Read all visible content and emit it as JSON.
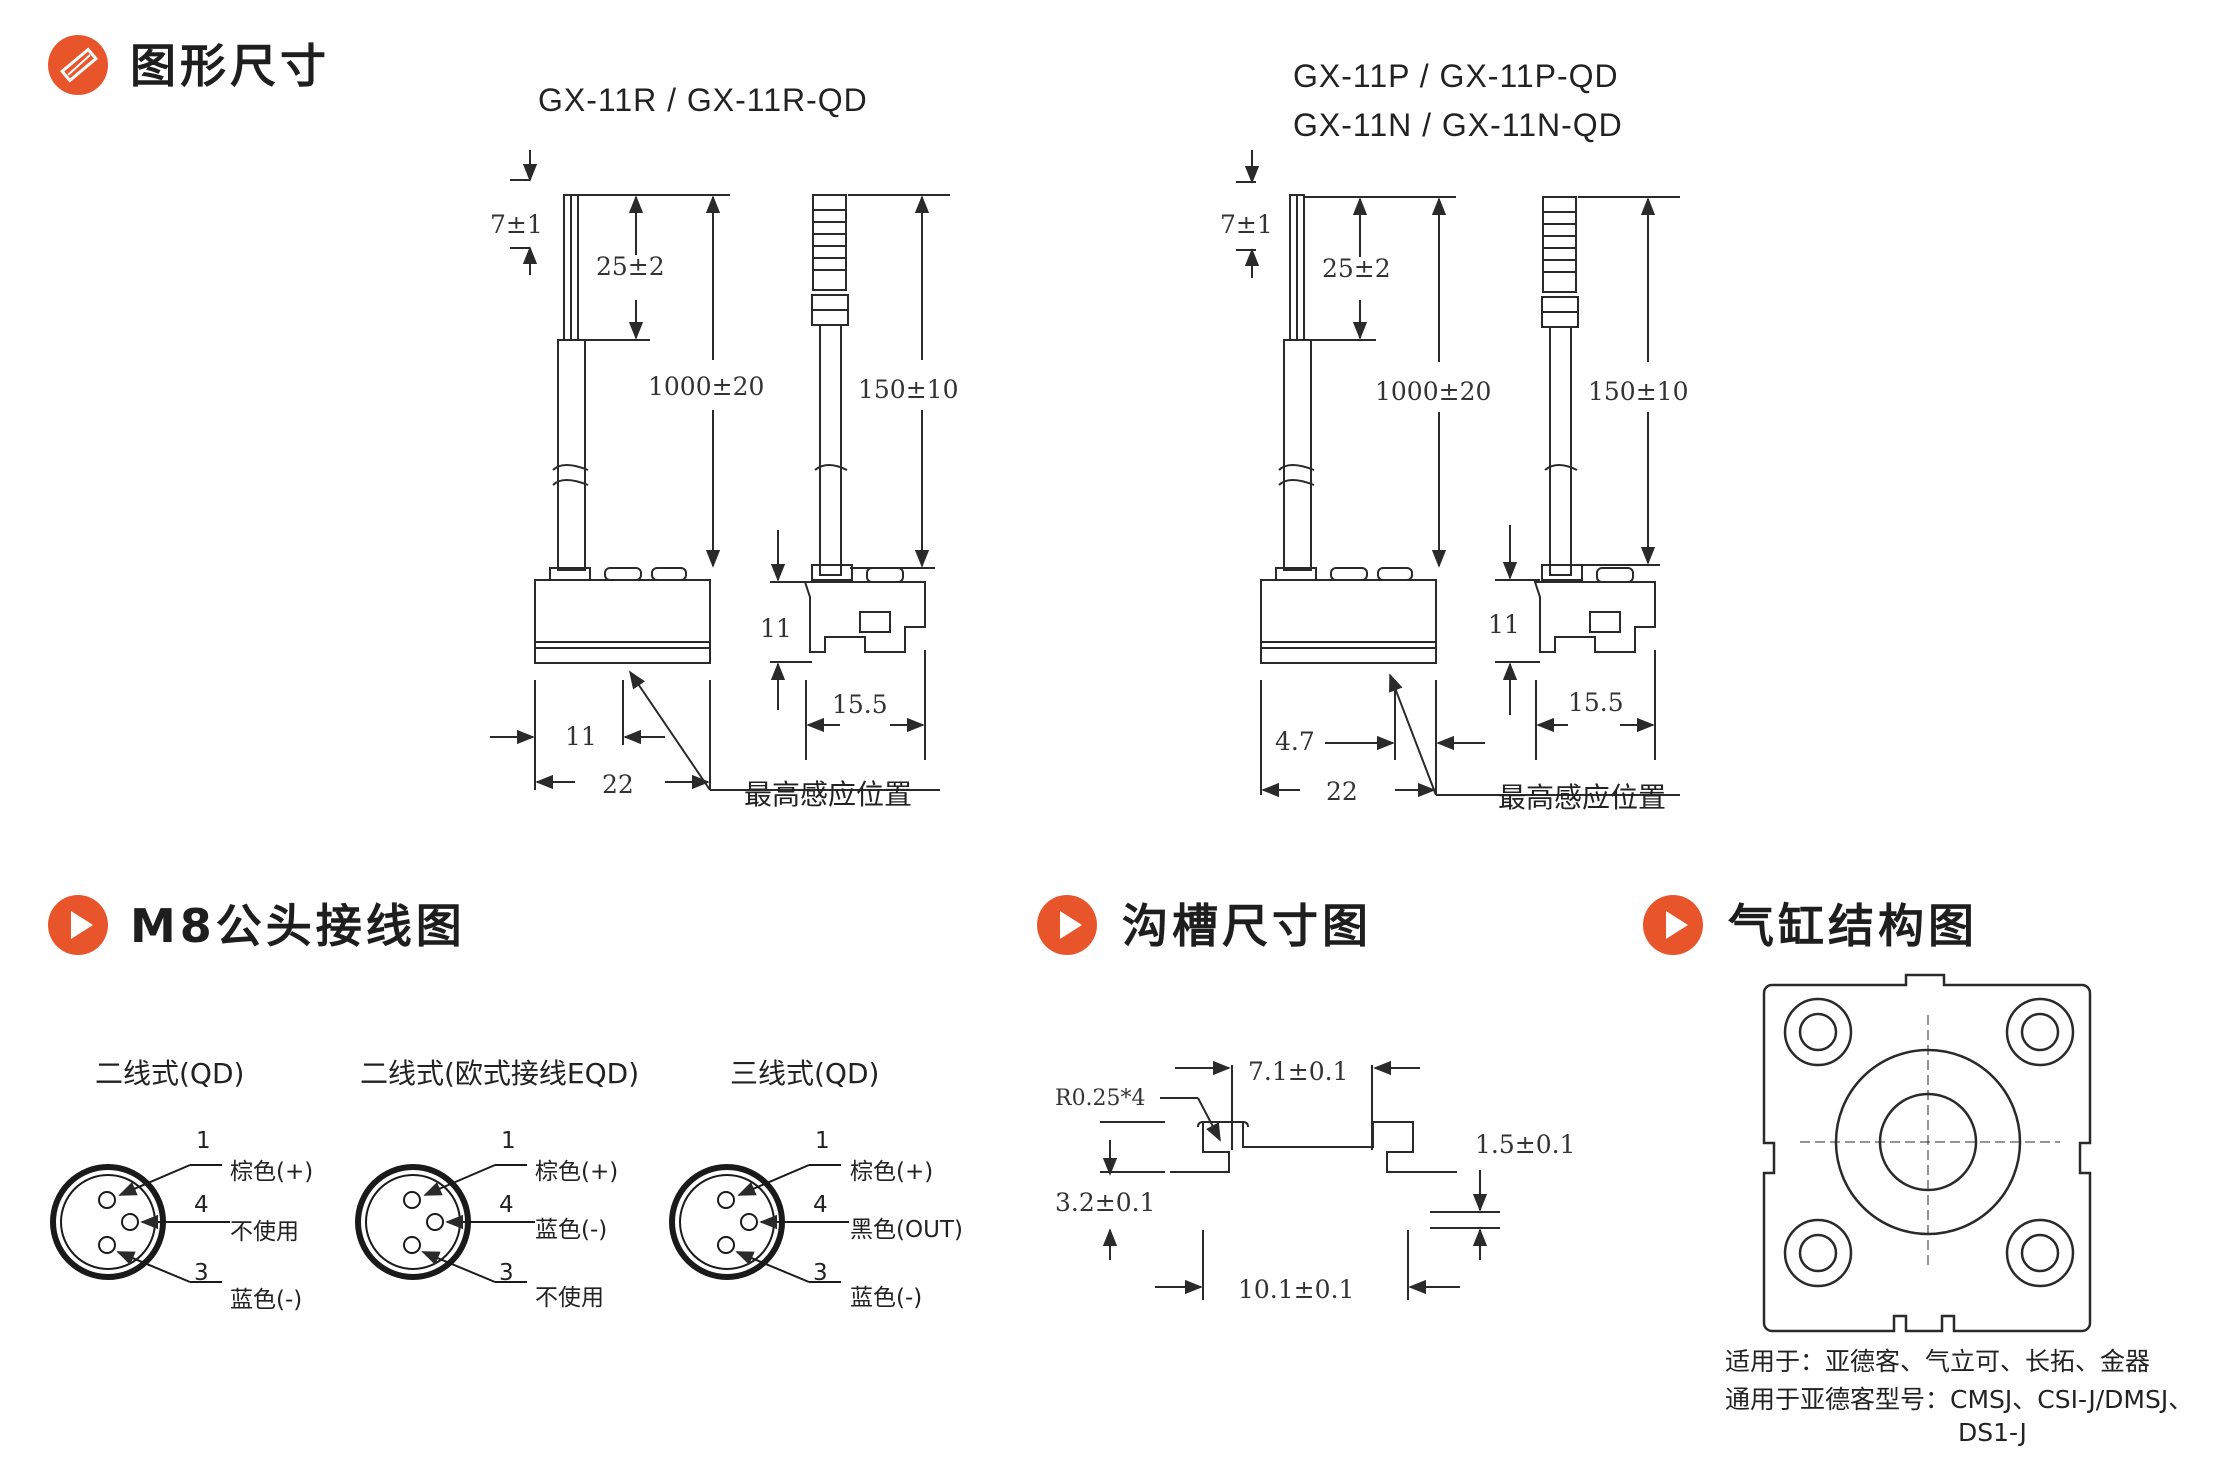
{
  "colors": {
    "accent": "#e8552b",
    "line": "#2a2a2a"
  },
  "icons": {
    "dimension_icon": "ruler-pencil-icon",
    "section_icon": "play-icon"
  },
  "dimensions_section": {
    "title": "图形尺寸",
    "left_model": "GX-11R / GX-11R-QD",
    "right_model_line1": "GX-11P / GX-11P-QD",
    "right_model_line2": "GX-11N / GX-11N-QD",
    "left": {
      "d_7": "7±1",
      "d_25": "25±2",
      "d_1000": "1000±20",
      "d_150": "150±10",
      "d_11h": "11",
      "d_155": "15.5",
      "d_11w": "11",
      "d_22": "22",
      "sense_label": "最高感应位置"
    },
    "right": {
      "d_7": "7±1",
      "d_25": "25±2",
      "d_1000": "1000±20",
      "d_150": "150±10",
      "d_11h": "11",
      "d_155": "15.5",
      "d_47": "4.7",
      "d_22": "22",
      "sense_label": "最高感应位置"
    }
  },
  "m8_section": {
    "title": "M8公头接线图",
    "diagrams": [
      {
        "title": "二线式(QD)",
        "pin1": "1",
        "pin4": "4",
        "pin3": "3",
        "label1": "棕色(+)",
        "label4": "不使用",
        "label3": "蓝色(-)"
      },
      {
        "title": "二线式(欧式接线EQD)",
        "pin1": "1",
        "pin4": "4",
        "pin3": "3",
        "label1": "棕色(+)",
        "label4": "蓝色(-)",
        "label3": "不使用"
      },
      {
        "title": "三线式(QD)",
        "pin1": "1",
        "pin4": "4",
        "pin3": "3",
        "label1": "棕色(+)",
        "label4": "黑色(OUT)",
        "label3": "蓝色(-)"
      }
    ]
  },
  "groove_section": {
    "title": "沟槽尺寸图",
    "r_label": "R0.25*4",
    "top_width": "7.1±0.1",
    "depth": "1.5±0.1",
    "height": "3.2±0.1",
    "bottom_width": "10.1±0.1"
  },
  "cylinder_section": {
    "title": "气缸结构图",
    "note_line1": "适用于：亚德客、气立可、长拓、金器",
    "note_line2": "通用于亚德客型号：CMSJ、CSI-J/DMSJ、",
    "note_line3": "DS1-J"
  }
}
